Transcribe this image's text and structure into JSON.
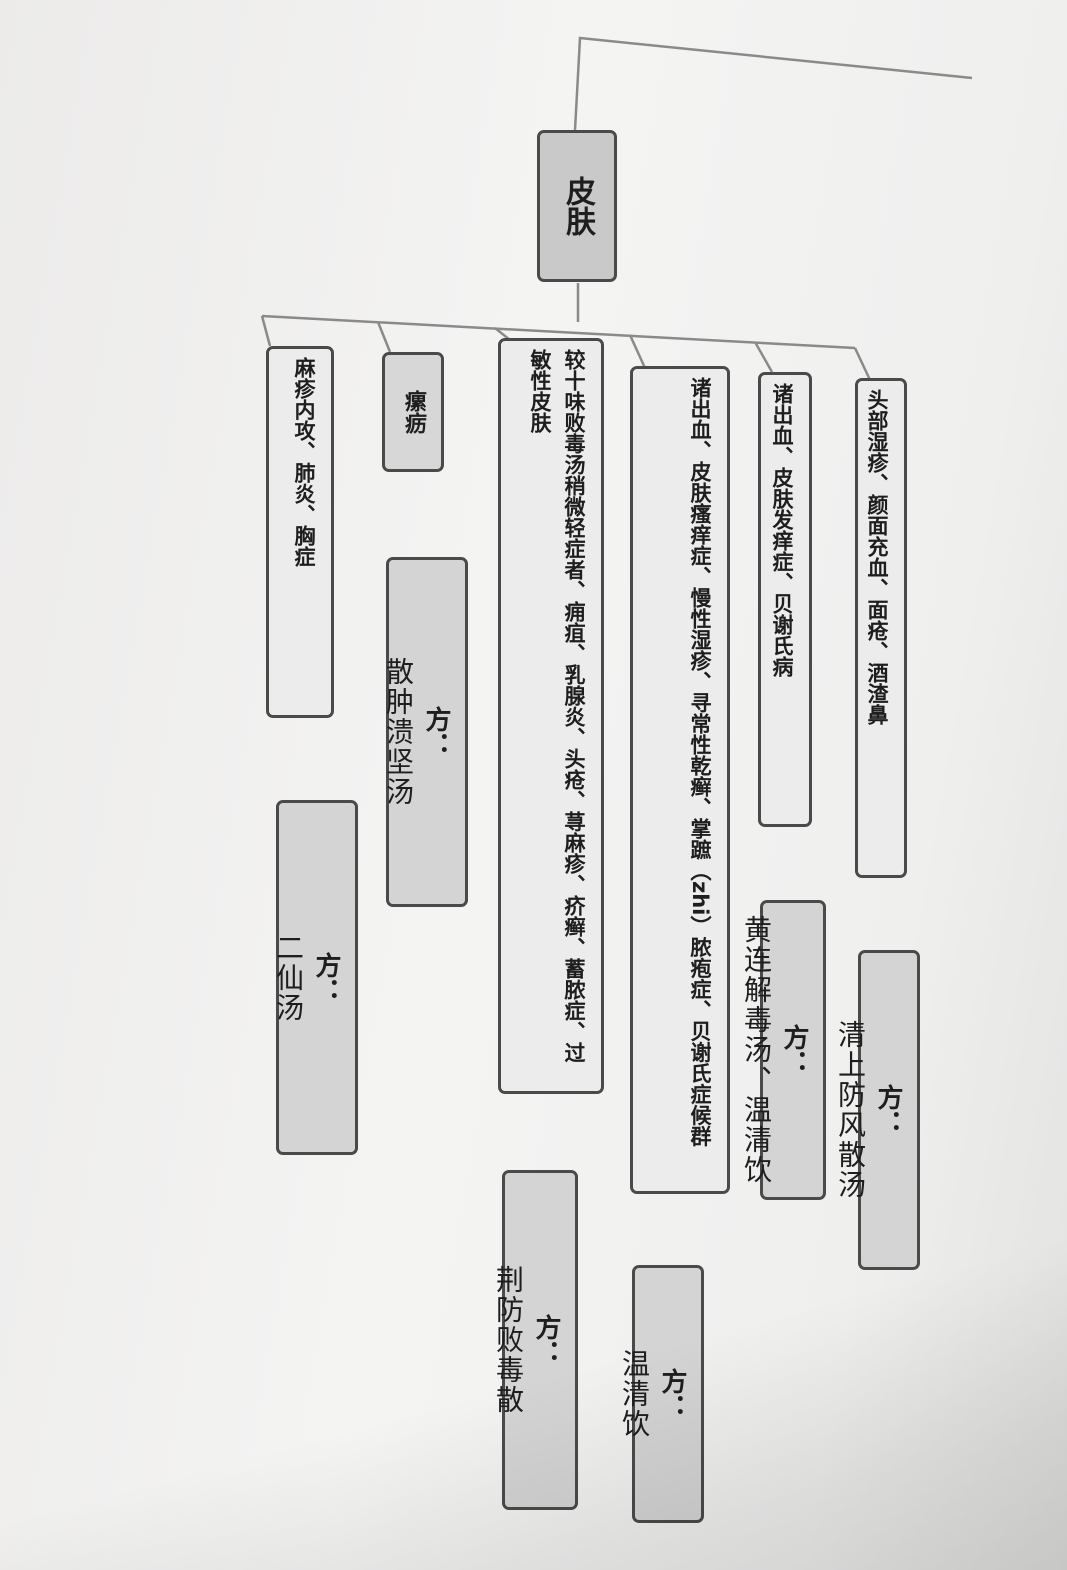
{
  "root": {
    "label": "皮肤"
  },
  "branches": [
    {
      "disease": "头部湿疹、颜面充血、面疮、酒渣鼻",
      "remedy_label": "方：",
      "remedy": "清上防风散汤"
    },
    {
      "disease": "诸出血、皮肤发痒症、贝谢氏病",
      "remedy_label": "方：",
      "remedy": "黄连解毒汤、温清饮"
    },
    {
      "disease": "诸出血、皮肤瘙痒症、慢性湿疹、寻常性乾癣、掌蹠（zhi）脓疱症、贝谢氏症候群",
      "remedy_label": "方：",
      "remedy": "温清饮"
    },
    {
      "disease": "较十味败毒汤稍微轻症者、痈疽、乳腺炎、头疮、荨麻疹、疥癣、蓄脓症、过敏性皮肤",
      "remedy_label": "方：",
      "remedy": "荆防败毒散"
    },
    {
      "disease": "瘰疬",
      "remedy_label": "方：",
      "remedy": "散肿溃坚汤"
    },
    {
      "disease": "麻疹内攻、肺炎、胸症",
      "remedy_label": "方：",
      "remedy": "二仙汤"
    }
  ]
}
